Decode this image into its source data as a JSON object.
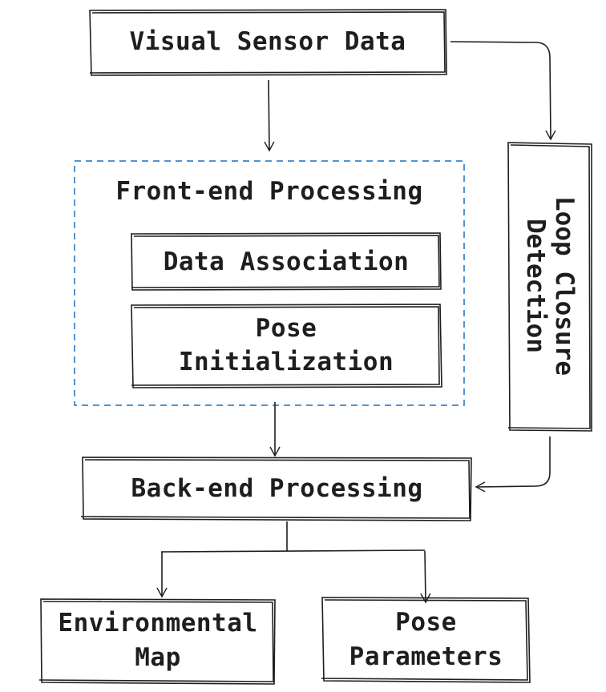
{
  "nodes": {
    "visual_sensor_data": "Visual Sensor Data",
    "frontend_group": "Front-end Processing",
    "data_association": "Data Association",
    "pose_initialization": [
      "Pose",
      "Initialization"
    ],
    "loop_closure_detection": [
      "Loop Closure",
      "Detection"
    ],
    "backend_processing": "Back-end Processing",
    "environmental_map": [
      "Environmental",
      "Map"
    ],
    "pose_parameters": [
      "Pose",
      "Parameters"
    ]
  },
  "colors": {
    "stroke": "#1e1e1e",
    "group_border": "#1971c2",
    "background": "#ffffff"
  }
}
